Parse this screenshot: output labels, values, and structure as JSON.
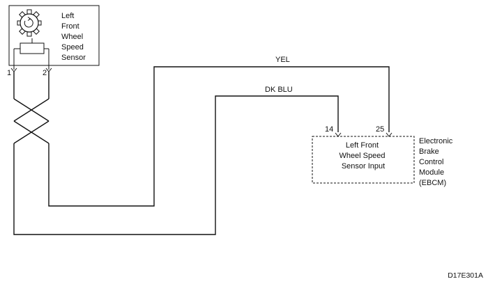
{
  "sensor": {
    "name_lines": [
      "Left",
      "Front",
      "Wheel",
      "Speed",
      "Sensor"
    ],
    "pin_a": "1",
    "pin_b": "2",
    "icon": "sensor-tone-wheel-icon"
  },
  "wires": {
    "yel_label": "YEL",
    "dkblu_label": "DK BLU"
  },
  "module": {
    "pin_a": "14",
    "pin_b": "25",
    "input_lines": [
      "Left Front",
      "Wheel Speed",
      "Sensor Input"
    ],
    "name_lines": [
      "Electronic",
      "Brake",
      "Control",
      "Module",
      "(EBCM)"
    ]
  },
  "figure_id": "D17E301A"
}
